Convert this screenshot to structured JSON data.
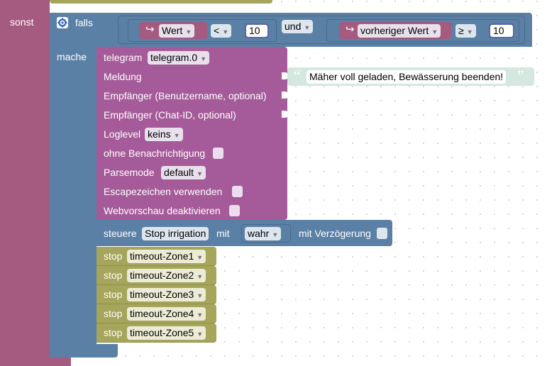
{
  "else_block": {
    "label": "sonst"
  },
  "if_block": {
    "if_label": "falls",
    "do_label": "mache",
    "condition": {
      "left": {
        "variable": "Wert",
        "operator": "<",
        "value": "10"
      },
      "joiner": "und",
      "right": {
        "variable": "vorheriger Wert",
        "operator": "≥",
        "value": "10"
      }
    }
  },
  "telegram": {
    "label": "telegram",
    "instance": "telegram.0",
    "message_label": "Meldung",
    "message_text": "Mäher voll geladen, Bewässerung beenden!",
    "quote_open": "“",
    "quote_close": "”",
    "recipient_user_label": "Empfänger (Benutzername, optional)",
    "recipient_chat_label": "Empfänger (Chat-ID, optional)",
    "loglevel_label": "Loglevel",
    "loglevel_value": "keins",
    "silent_label": "ohne Benachrichtigung",
    "parsemode_label": "Parsemode",
    "parsemode_value": "default",
    "escape_label": "Escapezeichen verwenden",
    "preview_label": "Webvorschau deaktivieren"
  },
  "control": {
    "label": "steuere",
    "target": "Stop irrigation",
    "with_label": "mit",
    "value": "wahr",
    "delay_label": "mit Verzögerung"
  },
  "stops": {
    "label": "stop",
    "items": [
      "timeout-Zone1",
      "timeout-Zone2",
      "timeout-Zone3",
      "timeout-Zone4",
      "timeout-Zone5"
    ]
  },
  "colors": {
    "logic_blue": "#5b80a5",
    "text_purple": "#a55b99",
    "value_pink": "#a55b80",
    "timer_green": "#a5a55b",
    "string_teal": "#d4e8e0"
  }
}
